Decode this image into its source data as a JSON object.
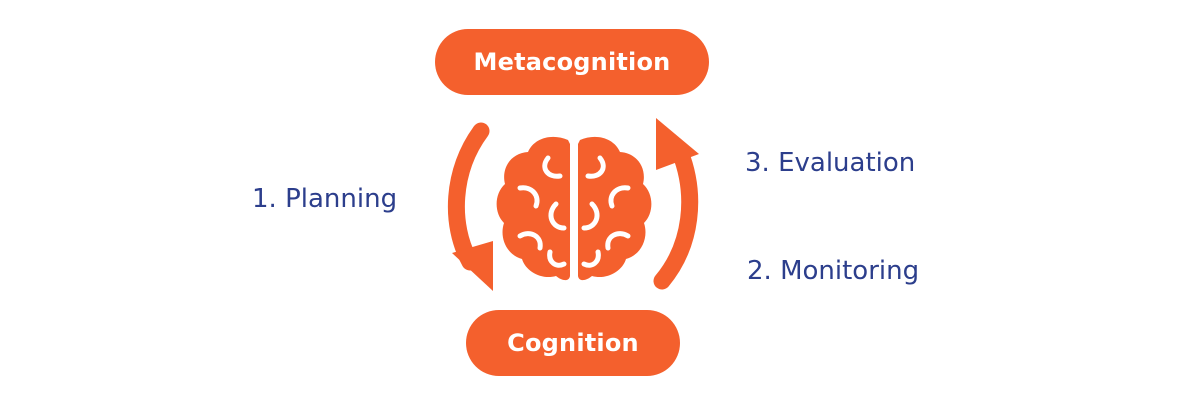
{
  "diagram": {
    "top_node": {
      "label": "Metacognition"
    },
    "bottom_node": {
      "label": "Cognition"
    },
    "steps": [
      {
        "label": "1. Planning",
        "direction": "down"
      },
      {
        "label": "2. Monitoring",
        "direction": "up"
      },
      {
        "label": "3. Evaluation",
        "direction": "up"
      }
    ],
    "center_icon": "brain-icon"
  },
  "colors": {
    "accent": "#f4602d",
    "text": "#2c3e8c",
    "background": "#ffffff"
  }
}
